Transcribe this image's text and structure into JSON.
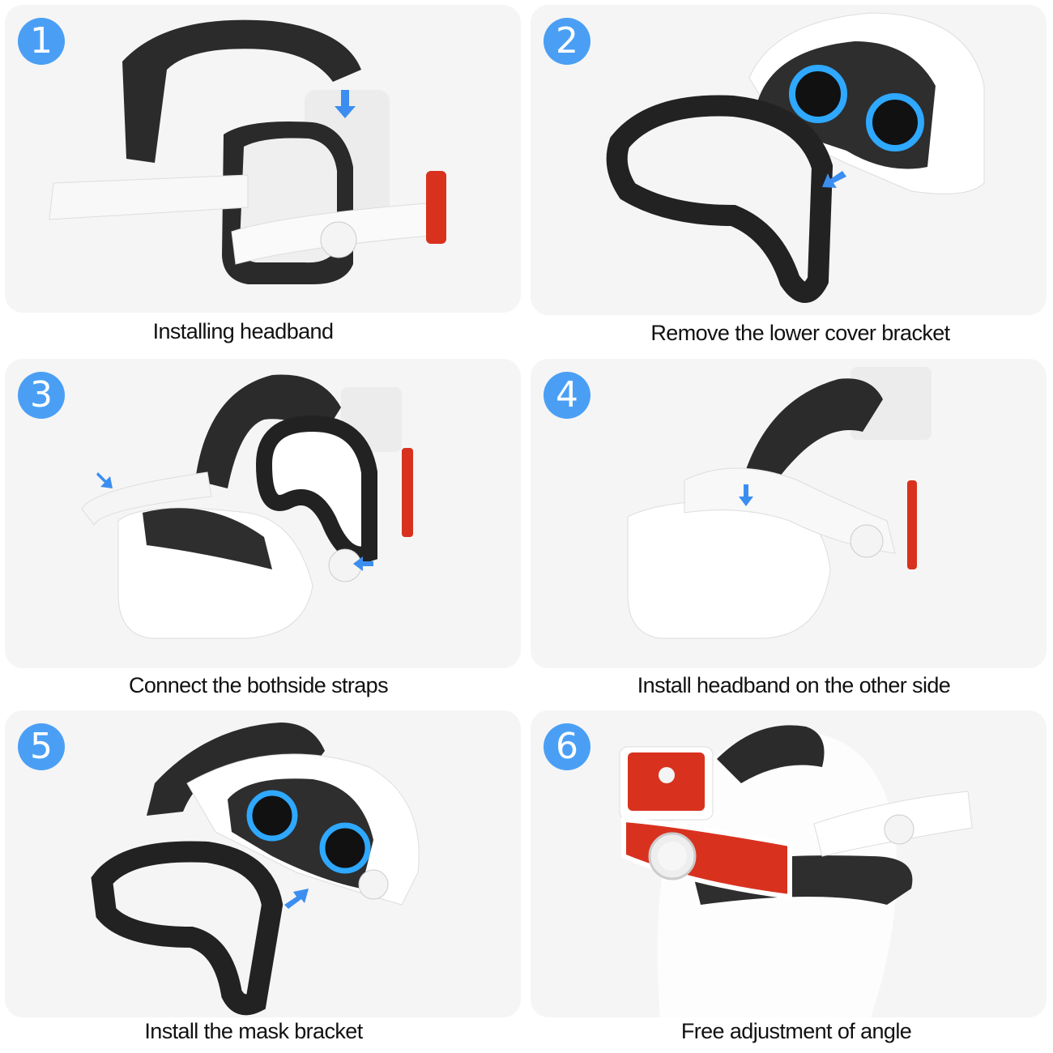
{
  "colors": {
    "badge": "#4a9ff5",
    "panel_bg": "#f5f5f5",
    "strap_black": "#2b2b2b",
    "headset_white": "#ffffff",
    "accent_red": "#d8321f",
    "arrow_blue": "#3b8ef0"
  },
  "steps": [
    {
      "number": "1",
      "caption": "Installing headband",
      "icon": "arrow-down-icon"
    },
    {
      "number": "2",
      "caption": "Remove the lower cover bracket",
      "icon": "arrow-down-left-icon"
    },
    {
      "number": "3",
      "caption": "Connect the bothside straps",
      "icon": "arrow-right-icon"
    },
    {
      "number": "4",
      "caption": "Install headband on the other side",
      "icon": "arrow-down-icon"
    },
    {
      "number": "5",
      "caption": "Install the mask bracket",
      "icon": "arrow-up-right-icon"
    },
    {
      "number": "6",
      "caption": "Free adjustment of angle",
      "icon": "none"
    }
  ]
}
